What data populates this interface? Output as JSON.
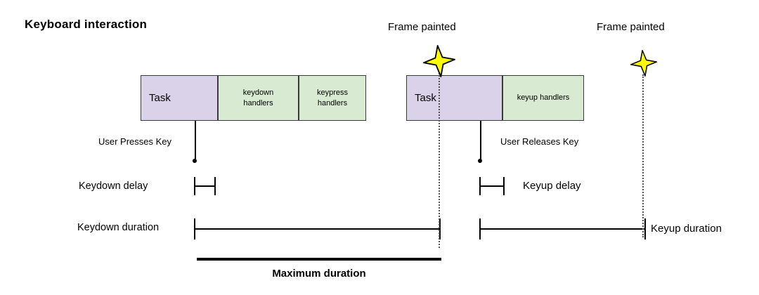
{
  "title": "Keyboard interaction",
  "frame_markers": {
    "first": "Frame painted",
    "second": "Frame painted"
  },
  "bar1": {
    "segments": [
      {
        "label": "Task",
        "type": "task"
      },
      {
        "label": "keydown handlers",
        "type": "handler"
      },
      {
        "label": "keypress handlers",
        "type": "handler"
      }
    ]
  },
  "bar2": {
    "segments": [
      {
        "label": "Task",
        "type": "task"
      },
      {
        "label": "keyup handlers",
        "type": "handler"
      }
    ]
  },
  "annotations": {
    "user_presses": "User Presses Key",
    "user_releases": "User Releases Key",
    "keydown_delay": "Keydown delay",
    "keyup_delay": "Keyup delay",
    "keydown_duration": "Keydown duration",
    "keyup_duration": "Keyup duration",
    "maximum_duration": "Maximum duration"
  },
  "colors": {
    "task_fill": "#d9d2e9",
    "handler_fill": "#d9ead3",
    "star_fill": "#ffff00",
    "line": "#000000"
  }
}
